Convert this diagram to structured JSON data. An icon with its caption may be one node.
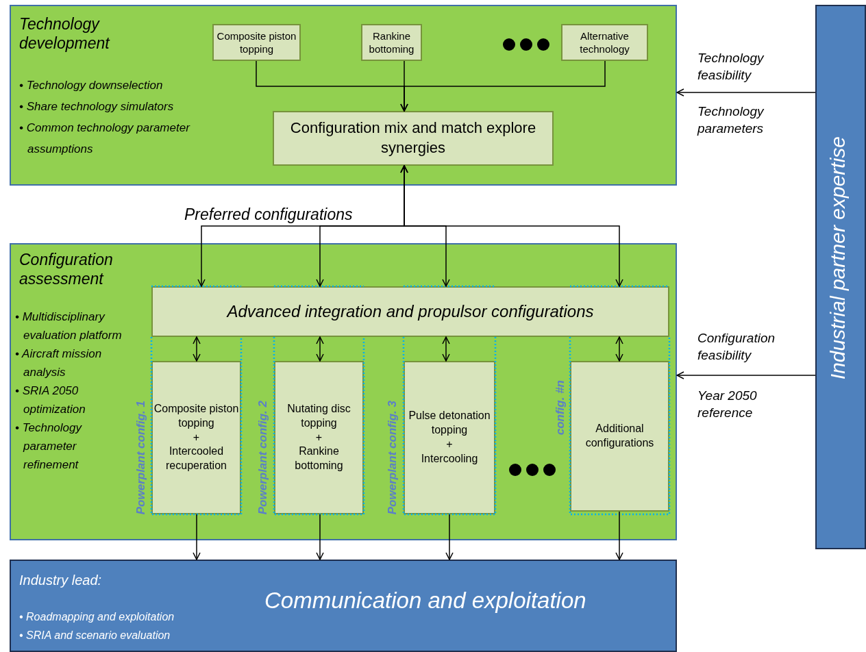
{
  "diagram": {
    "nodes": [
      {
        "text": [
          "Technology development",
          "• Technology downselection",
          "• Share technology simulators",
          "• Common technology parameter assumptions"
        ]
      },
      {
        "text": [
          "Composite piston topping"
        ],
        "in": 0
      },
      {
        "text": [
          "Rankine bottoming"
        ],
        "in": 0
      },
      {
        "text": [
          "Alternative technology"
        ],
        "in": 0
      },
      {
        "text": [
          "Configuration mix and  match explore synergies"
        ],
        "in": 0
      },
      {
        "text": [
          "Configuration assessment",
          "• Multidisciplinary evaluation platform",
          "• Aircraft mission analysis",
          "• SRIA 2050 optimization",
          "• Technology parameter refinement"
        ]
      },
      {
        "text": [
          "Advanced integration and propulsor configurations"
        ],
        "in": 5
      },
      {
        "text": [
          "Composite piston topping",
          "+",
          "Intercooled recuperation"
        ],
        "in": 5,
        "beside": [
          "Powerplant  config. 1"
        ]
      },
      {
        "text": [
          "Nutating disc topping",
          "+",
          "Rankine bottoming"
        ],
        "in": 5,
        "beside": [
          "Powerplant  config. 2"
        ]
      },
      {
        "text": [
          "Pulse detonation topping",
          "+",
          "Intercooling"
        ],
        "in": 5,
        "beside": [
          "Powerplant  config. 3"
        ]
      },
      {
        "text": [
          "Additional configurations"
        ],
        "in": 5,
        "beside": [
          "config. #n"
        ]
      },
      {
        "text": [
          "Industry lead:",
          "• Roadmapping and exploitation",
          "• SRIA and scenario evaluation",
          "Communication and exploitation"
        ]
      },
      {
        "text": [
          "Industrial partner expertise"
        ]
      }
    ],
    "edges": [
      {
        "from": 1,
        "to": 4,
        "arrow": "to"
      },
      {
        "from": 2,
        "to": 4,
        "arrow": "to"
      },
      {
        "from": 3,
        "to": 4,
        "arrow": "to"
      },
      {
        "from": 4,
        "to": 6,
        "arrow": "both",
        "label": "Preferred configurations"
      },
      {
        "from": 4,
        "to": 6,
        "arrow": "both"
      },
      {
        "from": 4,
        "to": 6,
        "arrow": "both"
      },
      {
        "from": 4,
        "to": 6,
        "arrow": "both"
      },
      {
        "from": 6,
        "to": 7,
        "arrow": "both"
      },
      {
        "from": 6,
        "to": 8,
        "arrow": "both"
      },
      {
        "from": 6,
        "to": 9,
        "arrow": "both"
      },
      {
        "from": 6,
        "to": 10,
        "arrow": "both"
      },
      {
        "from": 7,
        "to": 11,
        "arrow": "to"
      },
      {
        "from": 8,
        "to": 11,
        "arrow": "to"
      },
      {
        "from": 9,
        "to": 11,
        "arrow": "to"
      },
      {
        "from": 10,
        "to": 11,
        "arrow": "to"
      },
      {
        "from": 12,
        "to": 0,
        "arrow": "to"
      },
      {
        "from": 12,
        "to": 5,
        "arrow": "to"
      }
    ],
    "labels": [
      "Technology feasibility",
      "Technology parameters",
      "Configuration feasibility",
      "Year 2050 reference"
    ]
  }
}
